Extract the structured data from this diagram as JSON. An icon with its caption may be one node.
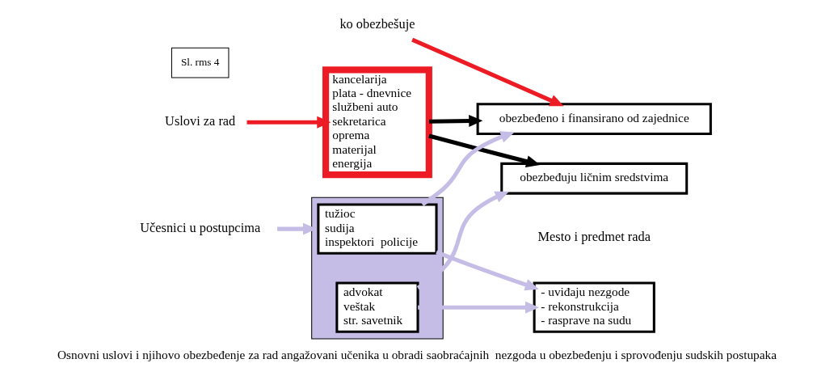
{
  "diagram": {
    "caption": "Osnovni uslovi i njihovo obezbeđenje za rad angažovani učenika u obradi saobraćajnih  nezgoda u obezbeđenju i sprovođenju sudskih postupaka",
    "nodes": [
      {
        "text": [
          "Uslovi za rad"
        ]
      },
      {
        "text": [
          "kancelarija",
          "plata - dnevnice",
          "službeni auto",
          "sekretarica",
          "oprema",
          "materijal",
          "energija"
        ]
      },
      {
        "text": [
          "ko obezbešuje"
        ]
      },
      {
        "text": [
          "obezbeđeno i finansirano od zajednice"
        ]
      },
      {
        "text": [
          "obezbeđuju ličnim sredstvima"
        ]
      },
      {
        "text": [
          "Učesnici u postupcima"
        ]
      },
      {
        "text": [],
        "shape": "box"
      },
      {
        "text": [
          "tužioc",
          "sudija",
          "inspektori  policije"
        ],
        "in": 6
      },
      {
        "text": [
          "advokat",
          "veštak",
          "str. savetnik"
        ],
        "in": 6
      },
      {
        "text": [
          "- uviđaju nezgode",
          "- rekonstrukcija",
          "- rasprave na sudu"
        ]
      }
    ],
    "edges": [
      {
        "from": 0,
        "to": 1,
        "arrow": "to",
        "color": "#ed1c24"
      },
      {
        "from": 2,
        "to": 3,
        "arrow": "to",
        "color": "#ed1c24"
      },
      {
        "from": 5,
        "to": 6,
        "arrow": "to",
        "color": "#c5bde6"
      },
      {
        "from": 1,
        "to": 3,
        "arrow": "to",
        "color": "#000000"
      },
      {
        "from": 1,
        "to": 4,
        "arrow": "to",
        "color": "#000000"
      },
      {
        "from": 7,
        "to": 3,
        "arrow": "to",
        "color": "#c5bde6"
      },
      {
        "from": 8,
        "to": 4,
        "arrow": "to",
        "color": "#c5bde6"
      },
      {
        "from": 7,
        "to": 9,
        "arrow": "to",
        "color": "#c5bde6"
      },
      {
        "from": 8,
        "to": 9,
        "arrow": "to",
        "color": "#c5bde6"
      }
    ],
    "labels": [
      "Mesto i predmet rada",
      "Sl. rms 4"
    ]
  }
}
